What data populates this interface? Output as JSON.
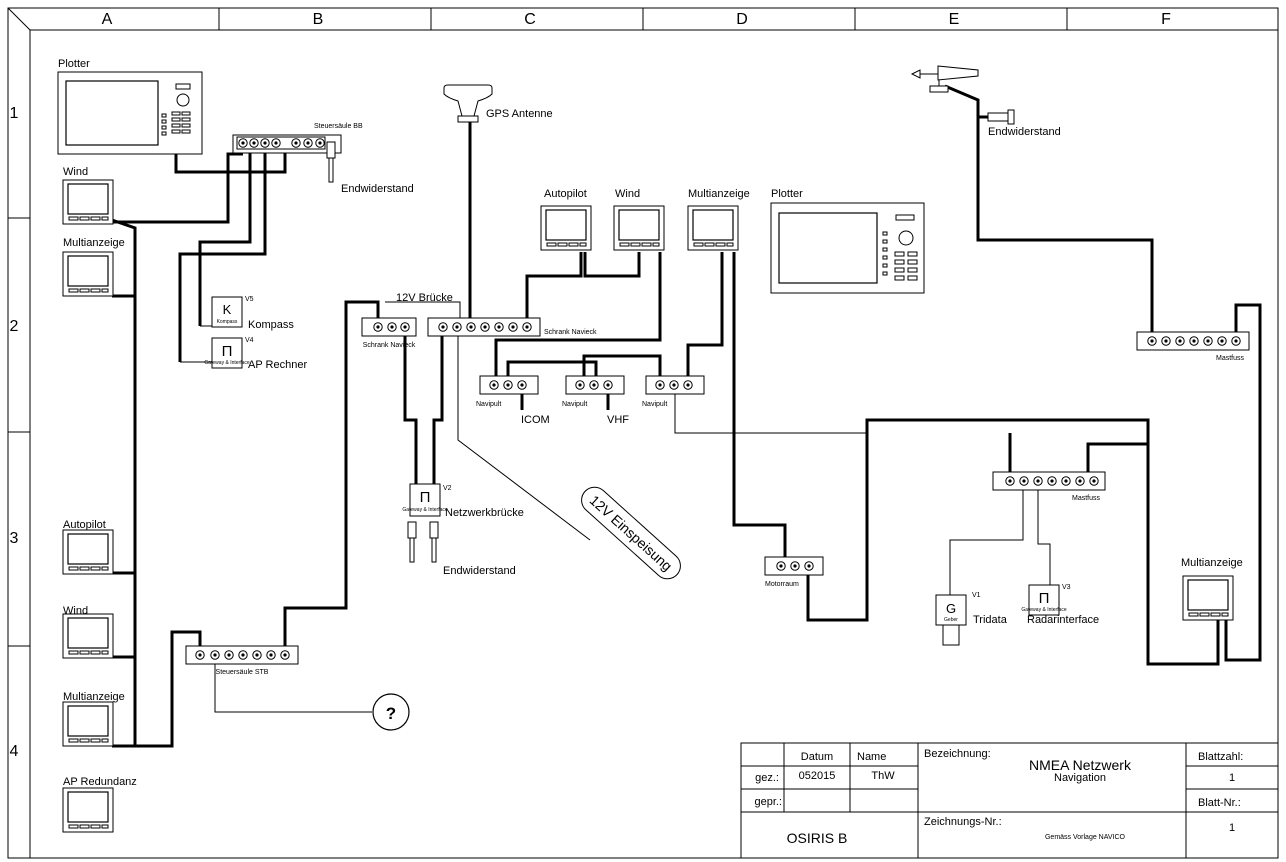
{
  "columns": [
    "A",
    "B",
    "C",
    "D",
    "E",
    "F"
  ],
  "rows": [
    "1",
    "2",
    "3",
    "4"
  ],
  "devices": {
    "plotter_a": "Plotter",
    "wind_a1": "Wind",
    "multi_a1": "Multianzeige",
    "autopilot_a": "Autopilot",
    "wind_a2": "Wind",
    "multi_a2": "Multianzeige",
    "ap_redundanz": "AP Redundanz",
    "gps": "GPS Antenne",
    "autopilot_c": "Autopilot",
    "wind_c": "Wind",
    "multi_d": "Multianzeige",
    "plotter_d": "Plotter",
    "multi_f": "Multianzeige"
  },
  "terminators": {
    "b": "Endwiderstand",
    "c": "Endwiderstand",
    "f": "Endwiderstand"
  },
  "backbones": {
    "steuersaeule_bb": "Steuersäule BB",
    "steuersaeule_stb": "Steuersäule STB",
    "schrank_navieck_1": "Schrank Navieck",
    "schrank_navieck_2": "Schrank Navieck",
    "navipult_1": "Navipult",
    "navipult_2": "Navipult",
    "navipult_3": "Navipult",
    "motorraum": "Motorraum",
    "mastfuss_1": "Mastfuss",
    "mastfuss_2": "Mastfuss",
    "bruecke_12v": "12V Brücke"
  },
  "modules": {
    "kompass": {
      "glyph": "K",
      "version": "V5",
      "label": "Kompass",
      "sub": "Kompass"
    },
    "ap_rechner": {
      "glyph": "Π",
      "version": "V4",
      "label": "AP Rechner",
      "sub": "Gateway & Interface"
    },
    "netzwerkbruecke": {
      "glyph": "Π",
      "version": "V2",
      "label": "Netzwerkbrücke",
      "sub": "Gateway & Interface"
    },
    "tridata": {
      "glyph": "G",
      "version": "V1",
      "label": "Tridata",
      "sub": "Geber"
    },
    "radarinterface": {
      "glyph": "Π",
      "version": "V3",
      "label": "Radarinterface",
      "sub": "Gateway & Interface"
    }
  },
  "radios": {
    "icom": "ICOM",
    "vhf": "VHF"
  },
  "feed_label": "12V Einspeisung",
  "unknown_marker": "?",
  "title_block": {
    "datum_hdr": "Datum",
    "name_hdr": "Name",
    "gez": "gez.:",
    "gepr": "gepr.:",
    "datum": "052015",
    "name": "ThW",
    "bezeichnung_hdr": "Bezeichnung:",
    "title": "NMEA Netzwerk",
    "subtitle": "Navigation",
    "blattzahl_hdr": "Blattzahl:",
    "blattzahl": "1",
    "blattnr_hdr": "Blatt-Nr.:",
    "blattnr": "1",
    "zeichnungsnr_hdr": "Zeichnungs-Nr.:",
    "zeichnungsnr": "Gemäss Vorlage NAVICO",
    "project": "OSIRIS B"
  }
}
